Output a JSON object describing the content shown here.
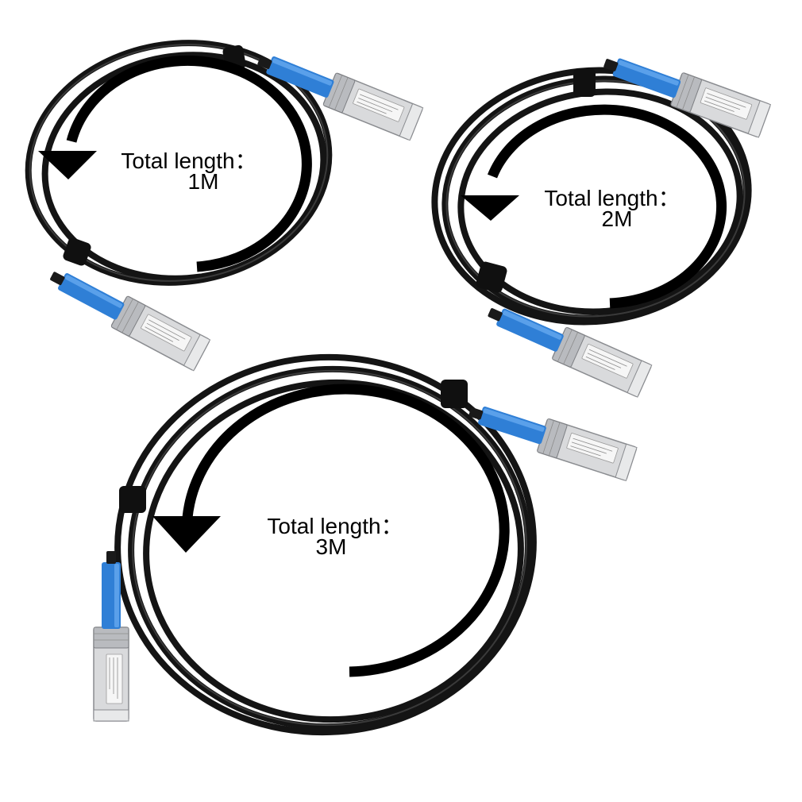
{
  "panels": [
    {
      "title": "Total length：",
      "value": "1M"
    },
    {
      "title": "Total length：",
      "value": "2M"
    },
    {
      "title": "Total length：",
      "value": "3M"
    }
  ],
  "colors": {
    "cable": "#141414",
    "pull_tab": "#2f7fd6",
    "module": "#d9dadc",
    "arrow": "#000000",
    "background": "#ffffff"
  }
}
